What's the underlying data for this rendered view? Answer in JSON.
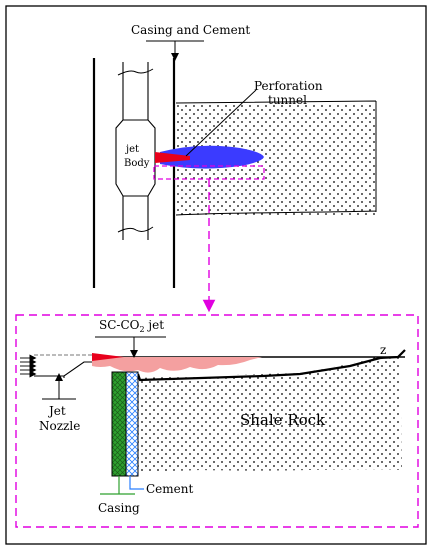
{
  "labels": {
    "casing_cement": "Casing and Cement",
    "perforation_line1": "Perforation",
    "perforation_line2": "tunnel",
    "jet_body_line1": "jet",
    "jet_body_line2": "Body",
    "sc_co2_prefix": "SC-CO",
    "sc_co2_sub": "2",
    "sc_co2_suffix": " jet",
    "z_axis": "z",
    "jet_nozzle_line1": "Jet",
    "jet_nozzle_line2": "Nozzle",
    "shale_rock": "Shale Rock",
    "cement": "Cement",
    "casing": "Casing"
  },
  "colors": {
    "frame": "#000000",
    "highlight_box": "#e000e0",
    "tunnel": "#3b3bff",
    "jet_red": "#e8001c",
    "jet_plume": "#f4a0a0",
    "casing_green": "#2fa02f",
    "cement_blue": "#2a7fff",
    "rock_dots": "#000000"
  },
  "icons": {
    "arrow": "arrow-down-icon"
  }
}
